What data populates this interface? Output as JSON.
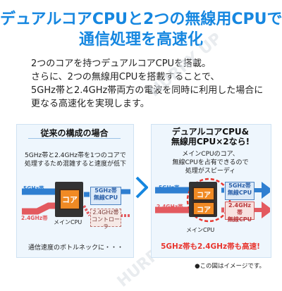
{
  "title": {
    "line1": "デュアルコアCPUと2つの無線用CPUで",
    "line2": "通信処理を高速化"
  },
  "description": [
    "2つのコアを持つデュアルコアCPUを搭載。",
    "さらに、2つの無線用CPUを搭載することで、",
    "5GHz帯と2.4GHz帯両方の電波を同時に利用した場合に",
    "更なる高速化を実現します。"
  ],
  "left_panel": {
    "title": "従来の構成の場合",
    "text_line1": "5GHz帯と2.4GHz帯を1つのコアで",
    "text_line2": "処理するため混雑すると速度が低下",
    "band_5": "5GHz帯",
    "band_24": "2.4GHz帯",
    "cpu_label": "コア",
    "wireless_5_line1": "5GHz帯",
    "wireless_5_line2": "無線CPU",
    "controller_line1": "2.4GHz帯",
    "controller_line2": "コントローラ",
    "main_cpu": "メインCPU",
    "bottom_note": "通信速度のボトルネックに・・・"
  },
  "right_panel": {
    "title_line1": "デュアルコアCPU&",
    "title_line2": "無線用CPU×2なら!",
    "text_line1": "メインCPUのコア、",
    "text_line2": "無線CPUを占有できるので",
    "text_line3": "処理がスピーディ",
    "band_5": "5GHz帯",
    "band_24": "2.4GHz帯",
    "core_1": "コア",
    "core_2": "コア",
    "wireless_5_line1": "5GHz帯",
    "wireless_5_line2": "無線CPU",
    "wireless_24_line1": "2.4GHz帯",
    "wireless_24_line2": "無線CPU",
    "main_cpu": "メインCPU",
    "bottom_note": "5GHz帯も2.4GHz帯も高速!"
  },
  "footnote": "●この図はイメージです。",
  "watermark": "HURRY UP",
  "colors": {
    "title_blue": "#1687e0",
    "band_5_blue": "#2f7fd1",
    "band_24_red": "#e35a5f",
    "cpu_orange": "#f08a24",
    "highlight_red": "#e8352e",
    "panel_bg": "#eef6fd"
  },
  "icons": {
    "arrow_between_panels": "right-chevron-arrow"
  }
}
